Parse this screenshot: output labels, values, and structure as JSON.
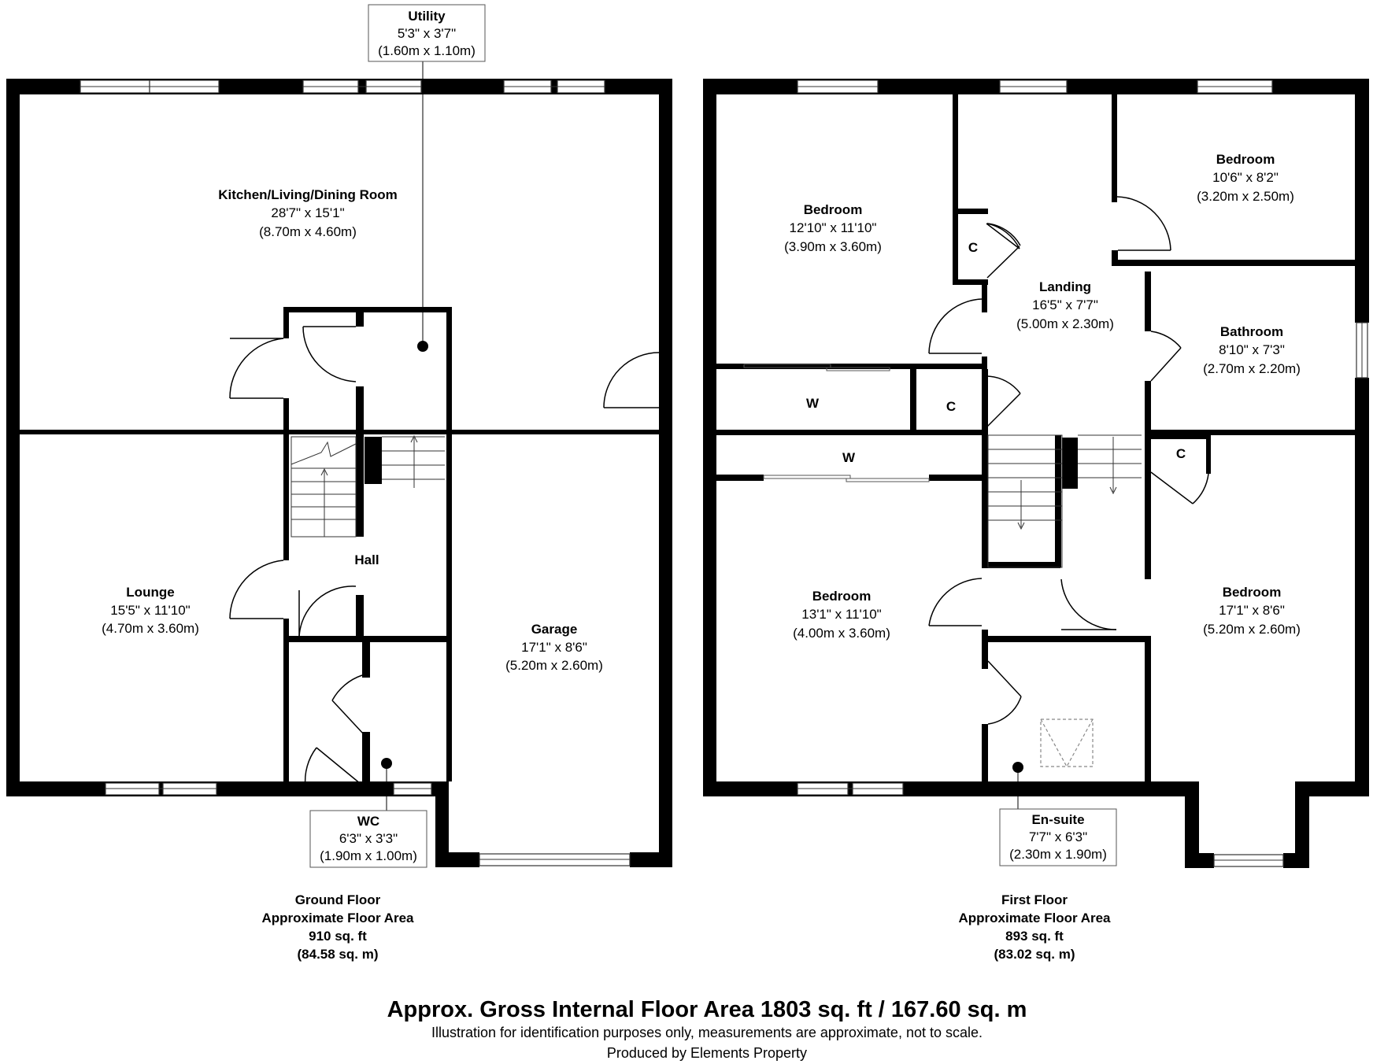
{
  "ground_floor": {
    "rooms": {
      "kitchen": {
        "name": "Kitchen/Living/Dining Room",
        "imperial": "28'7\" x 15'1\"",
        "metric": "(8.70m x 4.60m)"
      },
      "utility": {
        "name": "Utility",
        "imperial": "5'3\" x 3'7\"",
        "metric": "(1.60m x 1.10m)"
      },
      "lounge": {
        "name": "Lounge",
        "imperial": "15'5\" x 11'10\"",
        "metric": "(4.70m x 3.60m)"
      },
      "hall": {
        "name": "Hall"
      },
      "garage": {
        "name": "Garage",
        "imperial": "17'1\" x 8'6\"",
        "metric": "(5.20m x 2.60m)"
      },
      "wc": {
        "name": "WC",
        "imperial": "6'3\" x 3'3\"",
        "metric": "(1.90m x 1.00m)"
      }
    },
    "footer": {
      "title": "Ground Floor",
      "subtitle": "Approximate Floor Area",
      "sqft": "910 sq. ft",
      "sqm": "(84.58 sq. m)"
    }
  },
  "first_floor": {
    "rooms": {
      "bedroom_nw": {
        "name": "Bedroom",
        "imperial": "12'10\" x 11'10\"",
        "metric": "(3.90m x 3.60m)"
      },
      "bedroom_ne": {
        "name": "Bedroom",
        "imperial": "10'6\" x 8'2\"",
        "metric": "(3.20m x 2.50m)"
      },
      "landing": {
        "name": "Landing",
        "imperial": "16'5\" x 7'7\"",
        "metric": "(5.00m x 2.30m)"
      },
      "bathroom": {
        "name": "Bathroom",
        "imperial": "8'10\" x 7'3\"",
        "metric": "(2.70m x 2.20m)"
      },
      "bedroom_sw": {
        "name": "Bedroom",
        "imperial": "13'1\" x 11'10\"",
        "metric": "(4.00m x 3.60m)"
      },
      "bedroom_se": {
        "name": "Bedroom",
        "imperial": "17'1\" x 8'6\"",
        "metric": "(5.20m x 2.60m)"
      },
      "ensuite": {
        "name": "En-suite",
        "imperial": "7'7\" x 6'3\"",
        "metric": "(2.30m x 1.90m)"
      }
    },
    "cupboards": {
      "c1": "C",
      "c2": "C",
      "c3": "C",
      "w1": "W",
      "w2": "W"
    },
    "footer": {
      "title": "First Floor",
      "subtitle": "Approximate Floor Area",
      "sqft": "893 sq. ft",
      "sqm": "(83.02 sq. m)"
    }
  },
  "summary": {
    "gross": "Approx. Gross Internal Floor Area 1803 sq. ft / 167.60 sq. m",
    "disclaimer": "Illustration for identification purposes only, measurements are approximate, not to scale.",
    "producer": "Produced by Elements Property"
  }
}
